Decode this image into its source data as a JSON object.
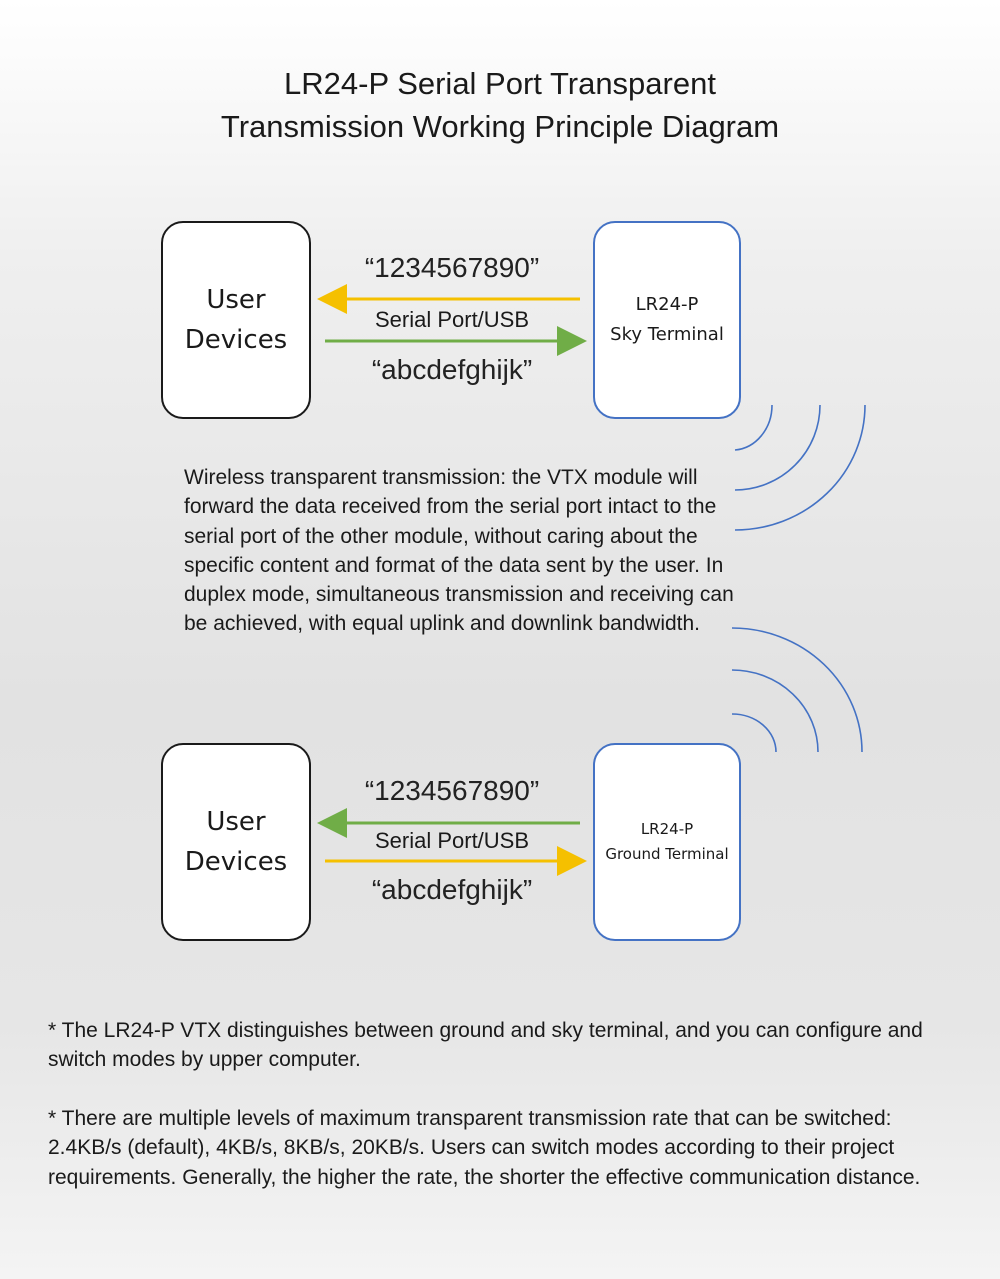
{
  "title": {
    "line1": "LR24-P Serial Port Transparent",
    "line2": "Transmission Working Principle Diagram"
  },
  "sky": {
    "user_line1": "User",
    "user_line2": "Devices",
    "top_data": "“1234567890”",
    "link": "Serial Port/USB",
    "bottom_data": "“abcdefghijk”",
    "terminal_line1": "LR24-P",
    "terminal_line2": "Sky Terminal"
  },
  "ground": {
    "user_line1": "User",
    "user_line2": "Devices",
    "top_data": "“1234567890”",
    "link": "Serial Port/USB",
    "bottom_data": "“abcdefghijk”",
    "terminal_line1": "LR24-P",
    "terminal_line2": "Ground Terminal"
  },
  "description": "Wireless transparent transmission: the VTX module will forward the data received from the serial port intact to the serial port of the other module, without caring about the specific content and format of the data sent by the user. In duplex mode, simultaneous transmission and receiving can be achieved, with equal uplink and downlink bandwidth.",
  "notes": [
    "* The LR24-P VTX distinguishes between ground and sky terminal, and you can configure and switch modes by upper computer.",
    "* There are multiple levels of maximum transparent transmission rate that can be switched: 2.4KB/s (default), 4KB/s, 8KB/s, 20KB/s. Users can switch modes according to their project requirements. Generally, the higher the rate, the shorter the effective communication distance."
  ],
  "colors": {
    "yellow": "#f5c000",
    "green": "#70ad47",
    "blue": "#4472c4"
  }
}
